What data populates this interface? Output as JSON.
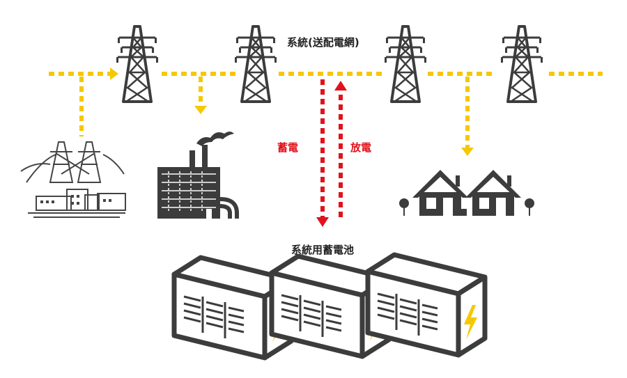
{
  "labels": {
    "grid": "系統(送配電網)",
    "charge": "蓄電",
    "discharge": "放電",
    "battery": "系統用蓄電池"
  },
  "colors": {
    "flow_yellow": "#F5C800",
    "flow_red": "#E0121B",
    "icon_dark": "#3C3C3C",
    "icon_line": "#444444",
    "bolt": "#F5C800"
  },
  "icons": {
    "towers": [
      "transmission-tower",
      "transmission-tower",
      "transmission-tower",
      "transmission-tower"
    ],
    "substation": "substation-icon",
    "factory": "factory-icon",
    "houses": "houses-icon",
    "batteries": [
      "battery-container",
      "battery-container",
      "battery-container"
    ]
  }
}
